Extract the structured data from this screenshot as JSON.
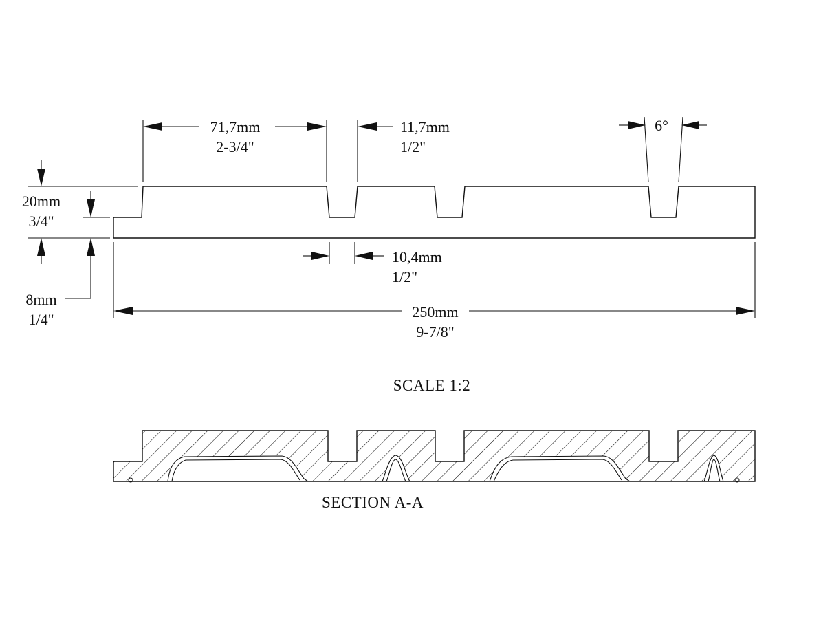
{
  "dimensions": {
    "pitch": {
      "metric": "71,7mm",
      "imperial": "2-3/4\""
    },
    "top_width": {
      "metric": "11,7mm",
      "imperial": "1/2\""
    },
    "taper": {
      "angle": "6°"
    },
    "height": {
      "metric": "20mm",
      "imperial": "3/4\""
    },
    "base": {
      "metric": "8mm",
      "imperial": "1/4\""
    },
    "groove_width": {
      "metric": "10,4mm",
      "imperial": "1/2\""
    },
    "overall_length": {
      "metric": "250mm",
      "imperial": "9-7/8\""
    }
  },
  "labels": {
    "scale": "SCALE  1:2",
    "section": "SECTION  A-A"
  }
}
